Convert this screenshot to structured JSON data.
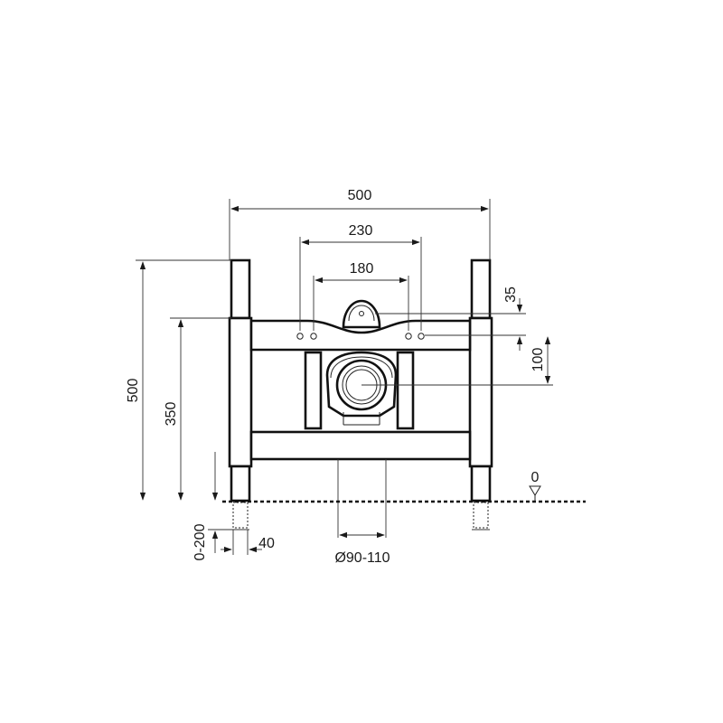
{
  "dimensions": {
    "overall_width": "500",
    "flange_spacing": "230",
    "bolt_spacing": "180",
    "top_offset": "35",
    "outlet_offset": "100",
    "overall_height": "500",
    "support_height": "350",
    "leg_adjust": "0-200",
    "leg_width": "40",
    "pipe_diameter": "Ø90-110",
    "floor_level": "0"
  }
}
